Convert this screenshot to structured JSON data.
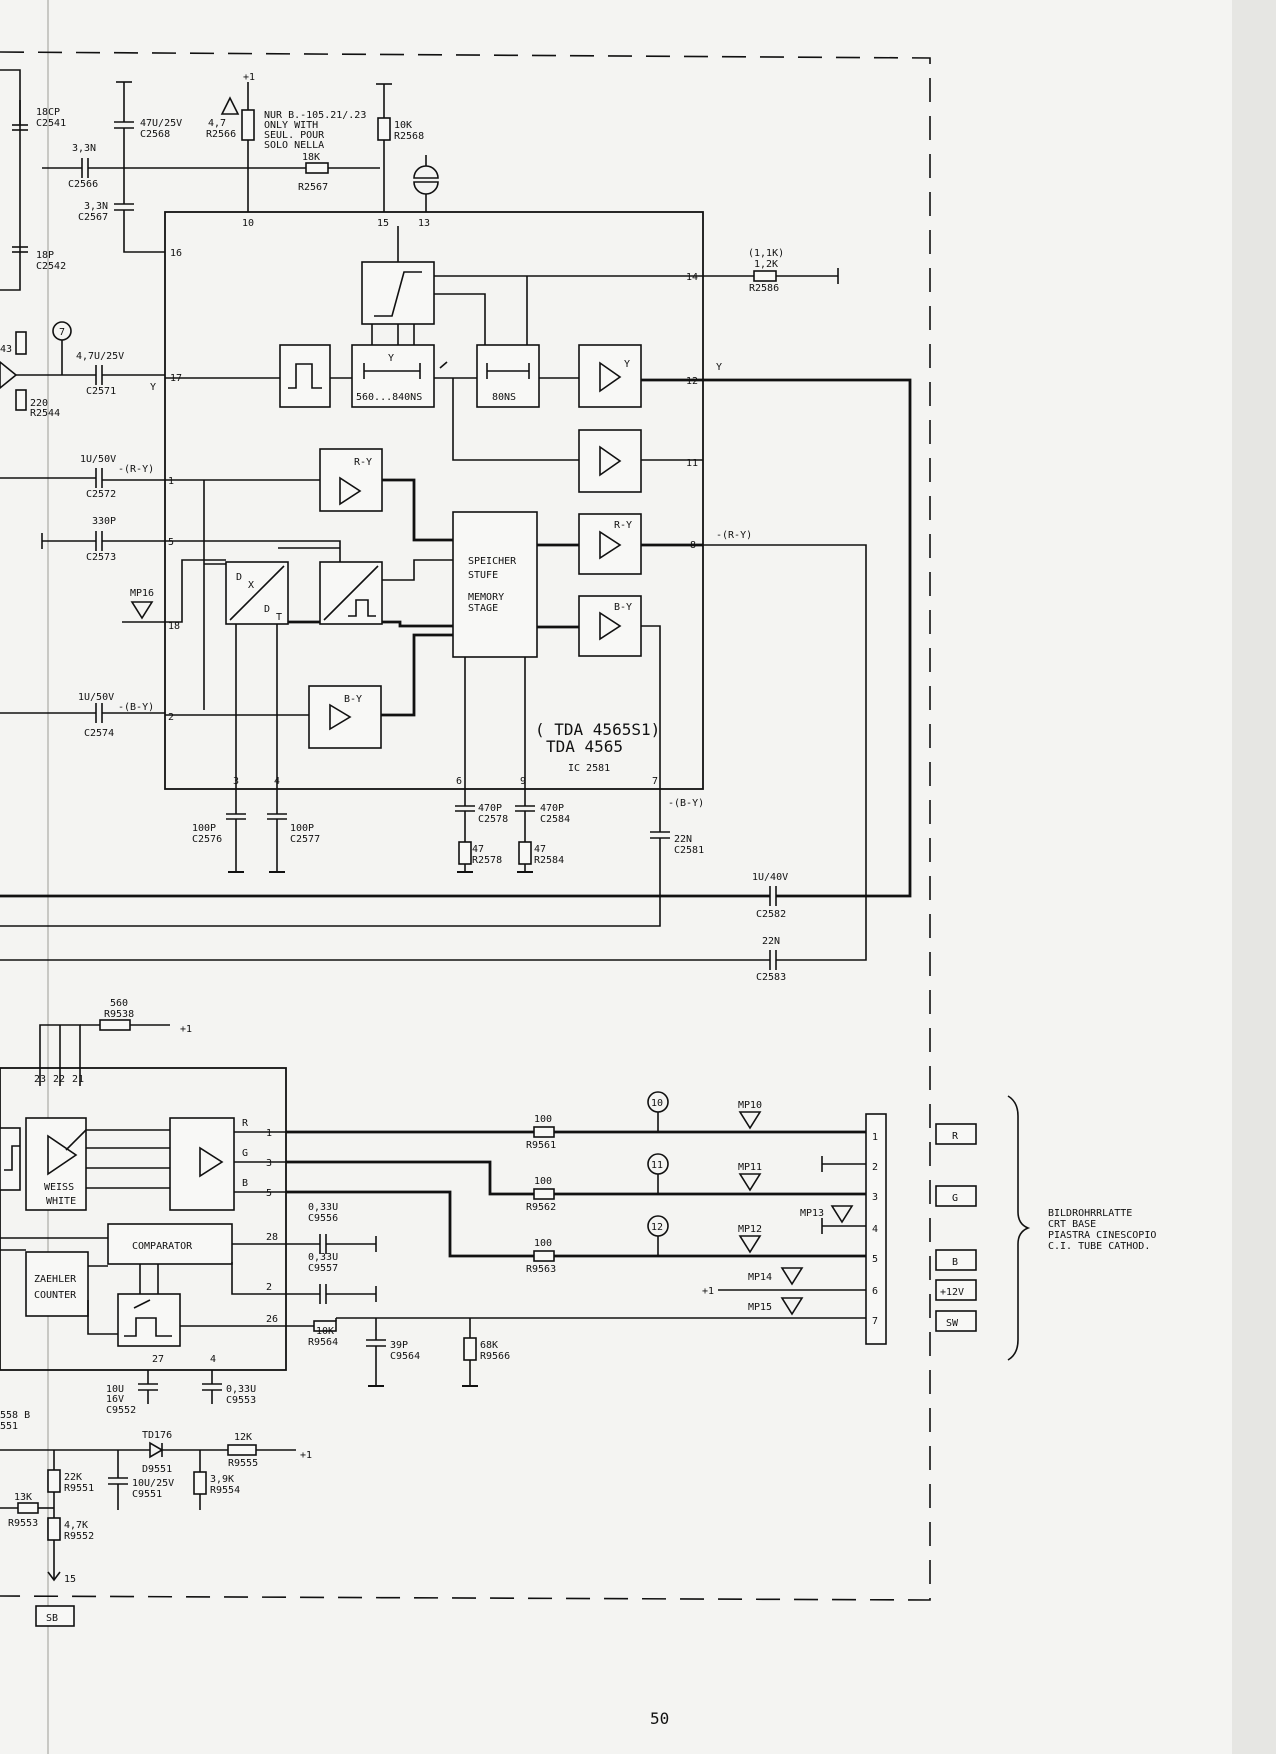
{
  "page_number": "50",
  "ic_main": {
    "name_1": "( TDA 4565S1)",
    "name_2": "TDA 4565",
    "ref": "IC 2581",
    "memory_1": "SPEICHER",
    "memory_2": "STUFE",
    "memory_3": "MEMORY",
    "memory_4": "STAGE",
    "delay_1": "560...840NS",
    "delay_2": "80NS",
    "delay_1_label": "Y",
    "amp_y": "Y",
    "amp_ry_in": "R-Y",
    "amp_by_in": "B-Y",
    "amp_ry_out": "R-Y",
    "amp_by_out": "B-Y",
    "dx": "D",
    "dx_sub": "X",
    "dt": "D",
    "dt_sub": "T",
    "pins": {
      "p1": "1",
      "p2": "2",
      "p3": "3",
      "p4": "4",
      "p5": "5",
      "p6": "6",
      "p7": "7",
      "p8": "8",
      "p9": "9",
      "p10": "10",
      "p11": "11",
      "p12": "12",
      "p13": "13",
      "p14": "14",
      "p15": "15",
      "p16": "16",
      "p17": "17",
      "p18": "18"
    }
  },
  "components": {
    "c2541": [
      "18CP",
      "C2541"
    ],
    "c2542": [
      "18P",
      "C2542"
    ],
    "c2566": [
      "3,3N",
      "C2566"
    ],
    "c2567": [
      "3,3N",
      "C2567"
    ],
    "c2568": [
      "47U/25V",
      "C2568"
    ],
    "r2566": [
      "4,7",
      "R2566"
    ],
    "r2567": [
      "18K",
      "R2567"
    ],
    "note": [
      "NUR B.-105.21/.23",
      "ONLY WITH",
      "SEUL. POUR",
      "SOLO NELLA"
    ],
    "r2568": [
      "10K",
      "R2568"
    ],
    "r2586": [
      "(1,1K)",
      "1,2K",
      "R2586"
    ],
    "c2571": [
      "4,7U/25V",
      "C2571"
    ],
    "r2544": [
      "220",
      "R2544"
    ],
    "r43": "43",
    "tp7": "7",
    "c2572": [
      "1U/50V",
      "C2572"
    ],
    "c2573": [
      "330P",
      "C2573"
    ],
    "mp16": "MP16",
    "c2574": [
      "1U/50V",
      "C2574"
    ],
    "c2576": [
      "100P",
      "C2576"
    ],
    "c2577": [
      "100P",
      "C2577"
    ],
    "c2578": [
      "470P",
      "C2578"
    ],
    "c2584": [
      "470P",
      "C2584"
    ],
    "r2578": [
      "47",
      "R2578"
    ],
    "r2584": [
      "47",
      "R2584"
    ],
    "c2581": [
      "22N",
      "C2581"
    ],
    "c2582": [
      "1U/40V",
      "C2582"
    ],
    "c2583": [
      "22N",
      "C2583"
    ],
    "r9538": [
      "560",
      "R9538"
    ],
    "plus1_a": "+1",
    "plus1_b": "+1",
    "plus1_c": "+1",
    "r9561": [
      "100",
      "R9561"
    ],
    "r9562": [
      "100",
      "R9562"
    ],
    "r9563": [
      "100",
      "R9563"
    ],
    "tp10": "10",
    "tp11": "11",
    "tp12": "12",
    "mp10": "MP10",
    "mp11": "MP11",
    "mp12": "MP12",
    "mp13": "MP13",
    "mp14": "MP14",
    "mp15": "MP15",
    "c9556": [
      "0,33U",
      "C9556"
    ],
    "c9557": [
      "0,33U",
      "C9557"
    ],
    "r9564": [
      "10K",
      "R9564"
    ],
    "c9564": [
      "39P",
      "C9564"
    ],
    "r9566": [
      "68K",
      "R9566"
    ],
    "c9552": [
      "10U",
      "16V",
      "C9552"
    ],
    "c9553": [
      "0,33U",
      "C9553"
    ],
    "ref558": [
      "558 B",
      "551"
    ],
    "td176": "TD176",
    "d9551": "D9551",
    "r9555": [
      "12K",
      "R9555"
    ],
    "r9551": [
      "22K",
      "R9551"
    ],
    "c9551": [
      "10U/25V",
      "C9551"
    ],
    "r9554": [
      "3,9K",
      "R9554"
    ],
    "r9553": [
      "13K",
      "R9553"
    ],
    "r9552": [
      "4,7K",
      "R9552"
    ],
    "pin15": "15"
  },
  "signals": {
    "y_in": "Y",
    "y_out": "Y",
    "ry_in": "-(R-Y)",
    "by_in": "-(B-Y)",
    "ry_out": "-(R-Y)",
    "by_out": "-(B-Y)"
  },
  "ic_rgb": {
    "pins_top": [
      "23",
      "22",
      "21"
    ],
    "weiss_1": "WEISS",
    "weiss_2": "WHITE",
    "comparator": "COMPARATOR",
    "zaehler_1": "ZAEHLER",
    "zaehler_2": "COUNTER",
    "out_r": "R",
    "out_g": "G",
    "out_b": "B",
    "pin_1": "1",
    "pin_3": "3",
    "pin_5": "5",
    "pin_28": "28",
    "pin_2": "2",
    "pin_26": "26",
    "pin_27": "27",
    "pin_4": "4"
  },
  "connector": {
    "pins": [
      "1",
      "2",
      "3",
      "4",
      "5",
      "6",
      "7"
    ],
    "labels": [
      "R",
      "G",
      "B",
      "+12V",
      "SW"
    ]
  },
  "crt_board": [
    "BILDROHRRLATTE",
    "CRT BASE",
    "PIASTRA CINESCOPIO",
    "C.I. TUBE CATHOD."
  ],
  "sb_label": "SB"
}
